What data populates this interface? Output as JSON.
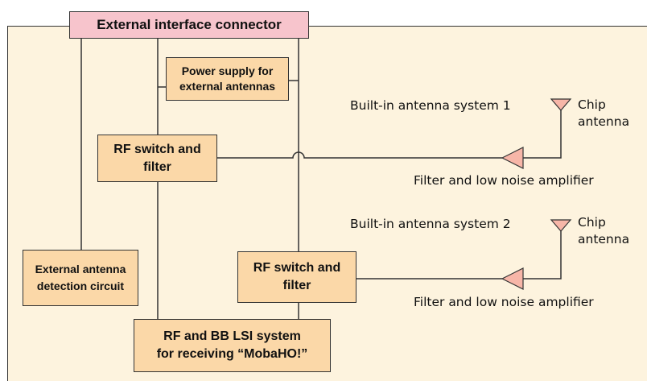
{
  "blocks": {
    "connector": "External interface connector",
    "power_supply": [
      "Power supply for",
      "external antennas"
    ],
    "rf_switch_1": [
      "RF switch and",
      "filter"
    ],
    "rf_switch_2": [
      "RF switch and",
      "filter"
    ],
    "ext_detect": [
      "External antenna",
      "detection circuit"
    ],
    "lsi": [
      "RF and BB LSI system",
      "for receiving “MobaHO!”"
    ]
  },
  "labels": {
    "system_1": "Built-in antenna system 1",
    "system_2": "Built-in antenna system 2",
    "chip_1": [
      "Chip",
      "antenna"
    ],
    "chip_2": [
      "Chip",
      "antenna"
    ],
    "amp_1": "Filter and low noise amplifier",
    "amp_2": "Filter and low noise amplifier"
  },
  "colors": {
    "board_bg": "#fdf3de",
    "box_fill": "#fbd8a8",
    "connector_fill": "#f7c4cc",
    "amplifier_fill": "#f7b6a8",
    "line": "#333333"
  }
}
